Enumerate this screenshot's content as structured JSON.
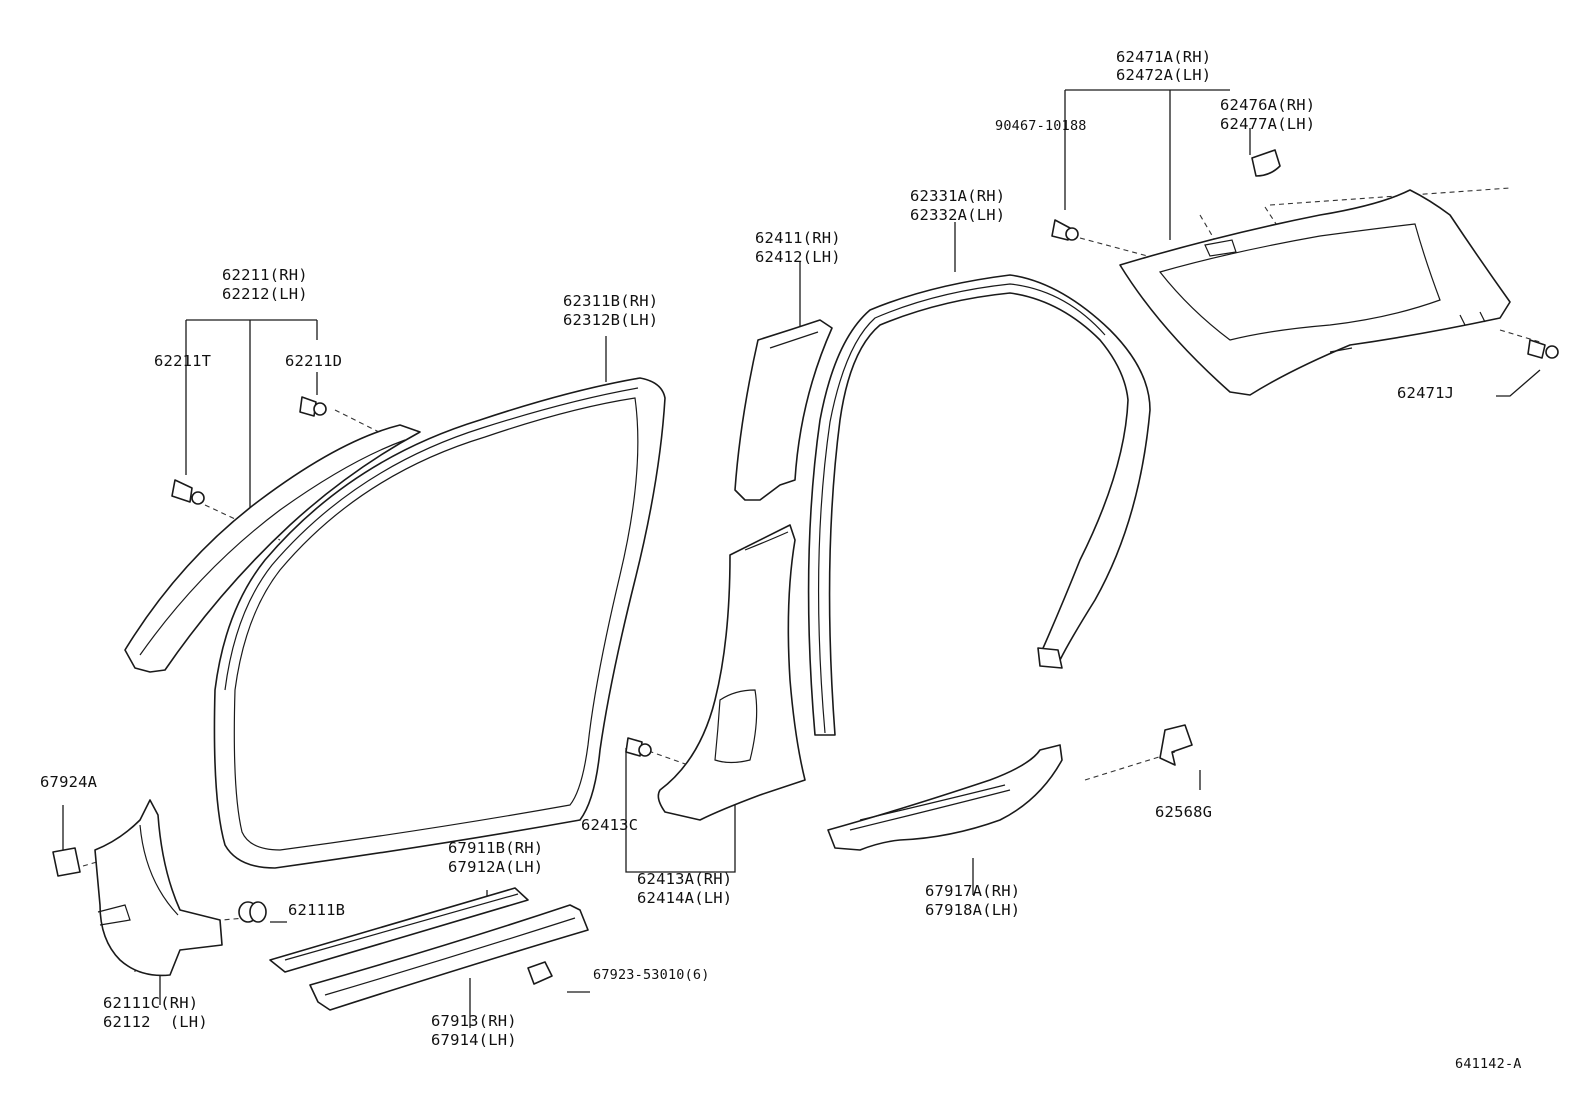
{
  "diagram": {
    "labels": {
      "l62471A": "62471A(RH)",
      "l62472A": "62472A(LH)",
      "l90467": "90467-10188",
      "l62476A": "62476A(RH)",
      "l62477A": "62477A(LH)",
      "l62331A": "62331A(RH)",
      "l62332A": "62332A(LH)",
      "l62411": "62411(RH)",
      "l62412": "62412(LH)",
      "l62471J": "62471J",
      "l62211": "62211(RH)",
      "l62212": "62212(LH)",
      "l62211T": "62211T",
      "l62211D": "62211D",
      "l62311B": "62311B(RH)",
      "l62312B": "62312B(LH)",
      "l67924A": "67924A",
      "l62413C": "62413C",
      "l62568G": "62568G",
      "l67911B": "67911B(RH)",
      "l67912A": "67912A(LH)",
      "l62413A": "62413A(RH)",
      "l62414A": "62414A(LH)",
      "l67917A": "67917A(RH)",
      "l67918A": "67918A(LH)",
      "l62111B": "62111B",
      "l67923": "67923-53010(6)",
      "l62111C": "62111C(RH)",
      "l62112": "62112  (LH)",
      "l67913": "67913(RH)",
      "l67914": "67914(LH)",
      "l641142": "641142-A"
    }
  }
}
